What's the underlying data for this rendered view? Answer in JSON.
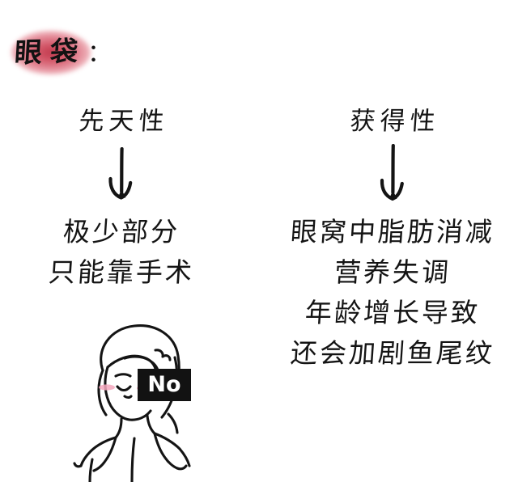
{
  "title": {
    "text": "眼袋",
    "colon": "：",
    "highlight_color": "#bf3146"
  },
  "columns": [
    {
      "id": "congenital",
      "heading": "先天性",
      "arrow": "down-arrow",
      "items": [
        "极少部分",
        "只能靠手术"
      ]
    },
    {
      "id": "acquired",
      "heading": "获得性",
      "arrow": "down-arrow",
      "items": [
        "眼窝中脂肪消减",
        "营养失调",
        "年龄增长导致",
        "还会加剧鱼尾纹"
      ]
    }
  ],
  "illustration": {
    "name": "girl-line-drawing",
    "badge_label": "No",
    "badge_bg": "#121212",
    "badge_text_color": "#ffffff",
    "blush_color": "#f4a7bd",
    "line_color": "#141414"
  }
}
